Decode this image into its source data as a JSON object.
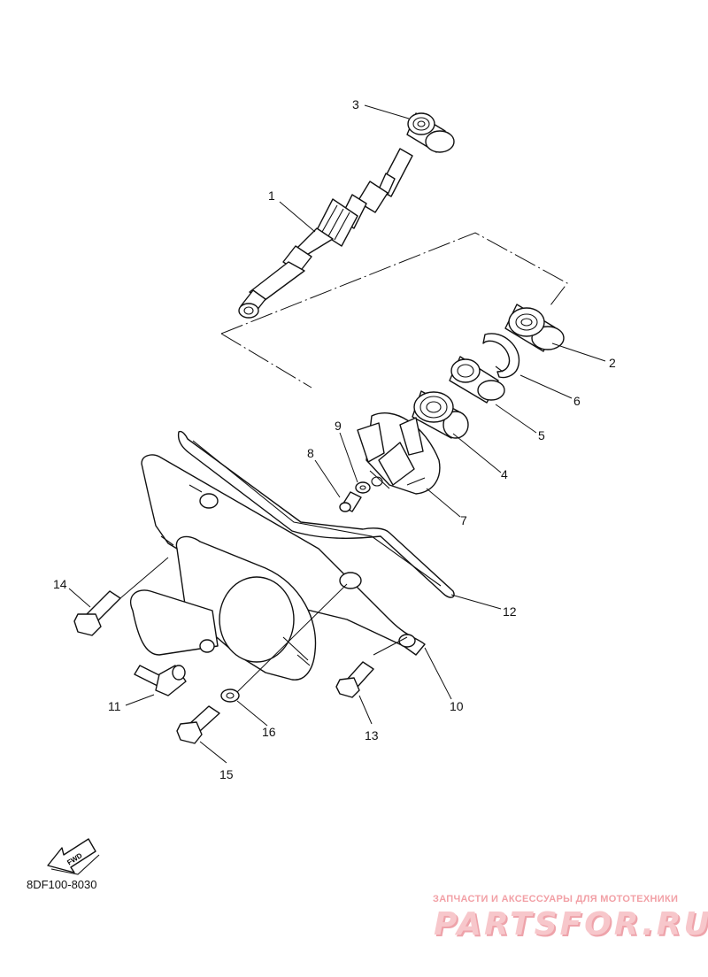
{
  "callouts": {
    "c1": "1",
    "c2": "2",
    "c3": "3",
    "c4": "4",
    "c5": "5",
    "c6": "6",
    "c7": "7",
    "c8": "8",
    "c9": "9",
    "c10": "10",
    "c11": "11",
    "c12": "12",
    "c13": "13",
    "c14": "14",
    "c15": "15",
    "c16": "16"
  },
  "fwd_label": "FWD",
  "diagram_code": "8DF100-8030",
  "watermark": {
    "tagline": "ЗАПЧАСТИ И АКСЕССУАРЫ ДЛЯ МОТОТЕХНИКИ",
    "logo": "PARTSFOR.RU",
    "color": "#f0a7ad"
  }
}
